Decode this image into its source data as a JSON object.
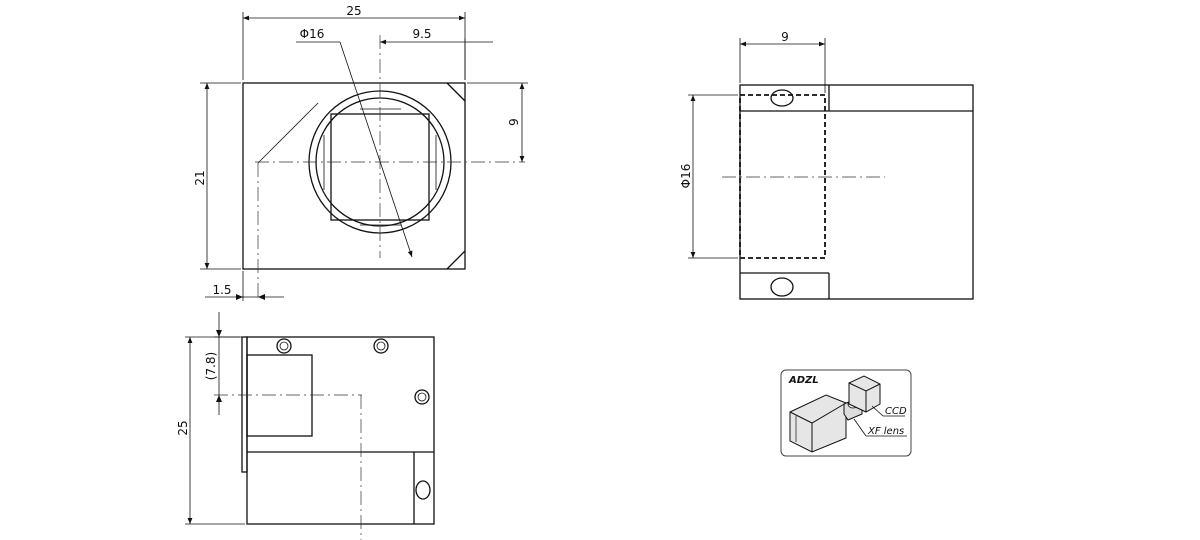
{
  "front_view": {
    "width_label": "25",
    "diameter_label": "Φ16",
    "offset_x_label": "9.5",
    "offset_y_label": "9",
    "height_label": "21",
    "margin_label": "1.5"
  },
  "side_view": {
    "depth_label": "9",
    "diameter_label": "Φ16"
  },
  "bottom_view": {
    "ref_label": "(7.8)",
    "height_label": "25"
  },
  "legend": {
    "title": "ADZL",
    "ccd_label": "CCD",
    "lens_label": "XF lens"
  }
}
